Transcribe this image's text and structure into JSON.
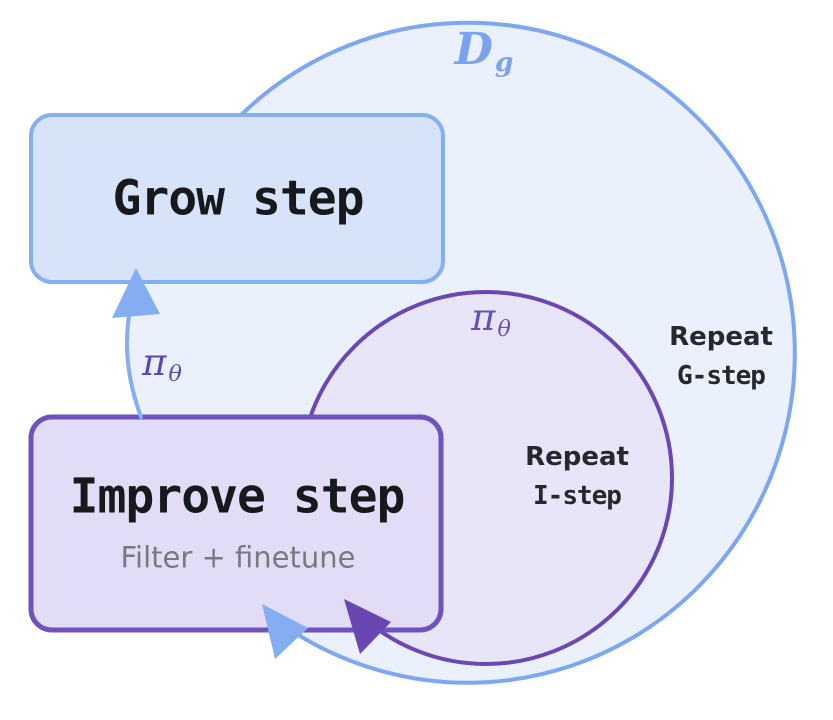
{
  "diagram": {
    "outer_loop": {
      "dataset_label": {
        "main": "D",
        "sub": "g"
      },
      "repeat_label": {
        "line1": "Repeat",
        "line2": "G-step"
      }
    },
    "inner_loop": {
      "policy_label": {
        "main": "π",
        "sub": "θ"
      },
      "repeat_label": {
        "line1": "Repeat",
        "line2": "I-step"
      }
    },
    "grow_box": {
      "title": "Grow step"
    },
    "improve_box": {
      "title": "Improve step",
      "subtitle": "Filter + finetune"
    },
    "policy_arrow": {
      "label": {
        "main": "π",
        "sub": "θ"
      }
    },
    "colors": {
      "outer_fill": "#eaf0fc",
      "outer_stroke": "#7da7f2",
      "inner_fill": "#e8e5f8",
      "inner_stroke": "#6b46b5",
      "grow_fill": "#d6e3f9",
      "grow_stroke": "#85aff2",
      "improve_fill": "#e3dcf6",
      "improve_stroke": "#7052be",
      "blue_arrow": "#85aef2",
      "purple_arrow": "#6847b2",
      "dataset_label_color": "#7aa2ee",
      "policy_label_color": "#5c49ae",
      "text_dark": "#17191c",
      "text_gray": "#7b7980"
    }
  }
}
